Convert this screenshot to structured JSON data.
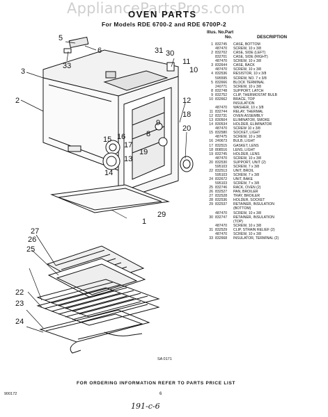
{
  "watermark": "AppliancePartsPros.com",
  "title": "OVEN PARTS",
  "subtitle": "For Models RDE 6700-2 and RDE 6700P-2",
  "columns": {
    "illus_no": "Illus. No.",
    "part_no": "Part No.",
    "description": "DESCRIPTION"
  },
  "parts": [
    {
      "no": "1",
      "part": "832745",
      "desc": "CASE, BOTTOM"
    },
    {
      "no": "",
      "part": "487470",
      "desc": "SCREW, 10 x 3/8"
    },
    {
      "no": "2",
      "part": "832702",
      "desc": "CASE, SIDE (LEFT)"
    },
    {
      "no": "",
      "part": "832701",
      "desc": "CASE, SIDE (RIGHT)"
    },
    {
      "no": "",
      "part": "487470",
      "desc": "SCREW, 10 x 3/8"
    },
    {
      "no": "3",
      "part": "832644",
      "desc": "CASE, BACK"
    },
    {
      "no": "",
      "part": "487470",
      "desc": "SCREW, 10 x 3/8"
    },
    {
      "no": "4",
      "part": "832536",
      "desc": "RESISTOR, 10 x 3/8"
    },
    {
      "no": "",
      "part": "595595",
      "desc": "SCREW, NO. 7 x 3/8"
    },
    {
      "no": "5",
      "part": "832666",
      "desc": "BLOCK TERMINAL"
    },
    {
      "no": "",
      "part": "240771",
      "desc": "SCREW, 10 x 3/8"
    },
    {
      "no": "8",
      "part": "832748",
      "desc": "SUPPORT, LATCH"
    },
    {
      "no": "9",
      "part": "832752",
      "desc": "CLIP, THERMOSTAT BULB"
    },
    {
      "no": "10",
      "part": "832662",
      "desc": "BRACE, TOP"
    },
    {
      "no": "",
      "part": "",
      "desc": "INSULATION"
    },
    {
      "no": "",
      "part": "487470",
      "desc": "WASHER, 10 x 3/8"
    },
    {
      "no": "11",
      "part": "832744",
      "desc": "RELAY, THERMAL"
    },
    {
      "no": "12",
      "part": "832731",
      "desc": "OVEN ASSEMBLY"
    },
    {
      "no": "13",
      "part": "830504",
      "desc": "ELIMINATOR, SMOKE"
    },
    {
      "no": "14",
      "part": "830534",
      "desc": "HOLDER, ELIMINATOR"
    },
    {
      "no": "",
      "part": "487470",
      "desc": "SCREW 10 x 3/8"
    },
    {
      "no": "15",
      "part": "832580",
      "desc": "SOCKET, LIGHT"
    },
    {
      "no": "",
      "part": "487475",
      "desc": "SCREW, 10 x 3/8"
    },
    {
      "no": "16",
      "part": "240673",
      "desc": "BULB, LIGHT"
    },
    {
      "no": "17",
      "part": "832515",
      "desc": "GASKET, LENS"
    },
    {
      "no": "18",
      "part": "808516",
      "desc": "LENS, LIGHT"
    },
    {
      "no": "19",
      "part": "832745",
      "desc": "HOLDER, LENS"
    },
    {
      "no": "",
      "part": "487470",
      "desc": "SCREW, 10 x 3/8"
    },
    {
      "no": "20",
      "part": "832530",
      "desc": "SUPPORT, UNIT (2)"
    },
    {
      "no": "",
      "part": "595103",
      "desc": "SCREW, 7 x 3/8"
    },
    {
      "no": "22",
      "part": "832513",
      "desc": "UNIT, BROIL"
    },
    {
      "no": "",
      "part": "595103",
      "desc": "SCREW, 7 x 3/8"
    },
    {
      "no": "24",
      "part": "832672",
      "desc": "UNIT, BAKE"
    },
    {
      "no": "",
      "part": "595103",
      "desc": "SCREW, 7 x 3/8"
    },
    {
      "no": "25",
      "part": "832746",
      "desc": "RACK, OVEN (2)"
    },
    {
      "no": "26",
      "part": "832527",
      "desc": "PAN, BROILER"
    },
    {
      "no": "27",
      "part": "832528",
      "desc": "TRAY, BROILER"
    },
    {
      "no": "28",
      "part": "832536",
      "desc": "HOLDER, SOCKET"
    },
    {
      "no": "29",
      "part": "832537",
      "desc": "RETAINER, INSULATION"
    },
    {
      "no": "",
      "part": "",
      "desc": "(BOTTOM)"
    },
    {
      "no": "",
      "part": "487470",
      "desc": "SCREW, 10 x 3/8"
    },
    {
      "no": "30",
      "part": "832747",
      "desc": "RETAINER, INSULATION"
    },
    {
      "no": "",
      "part": "",
      "desc": "(TOP)"
    },
    {
      "no": "",
      "part": "487470",
      "desc": "SCREW, 10 x 3/8"
    },
    {
      "no": "31",
      "part": "832529",
      "desc": "CLIP, STRAIN RELIEF (2)"
    },
    {
      "no": "",
      "part": "487470",
      "desc": "SCREW, 10 x 3/8"
    },
    {
      "no": "33",
      "part": "832668",
      "desc": "INSULATOR, TERMINAL (2)"
    }
  ],
  "callouts": [
    "5",
    "6",
    "33",
    "31",
    "30",
    "11",
    "10",
    "3",
    "2",
    "1",
    "12",
    "18",
    "20",
    "15",
    "16",
    "17",
    "19",
    "13",
    "14",
    "9",
    "8",
    "29",
    "27",
    "26",
    "25",
    "22",
    "23",
    "24"
  ],
  "diagram_ref": "SA 0171",
  "footer": "FOR ORDERING INFORMATION REFER TO PARTS PRICE LIST",
  "code": "900172",
  "page_number": "6",
  "handwritten": "191-c-6"
}
